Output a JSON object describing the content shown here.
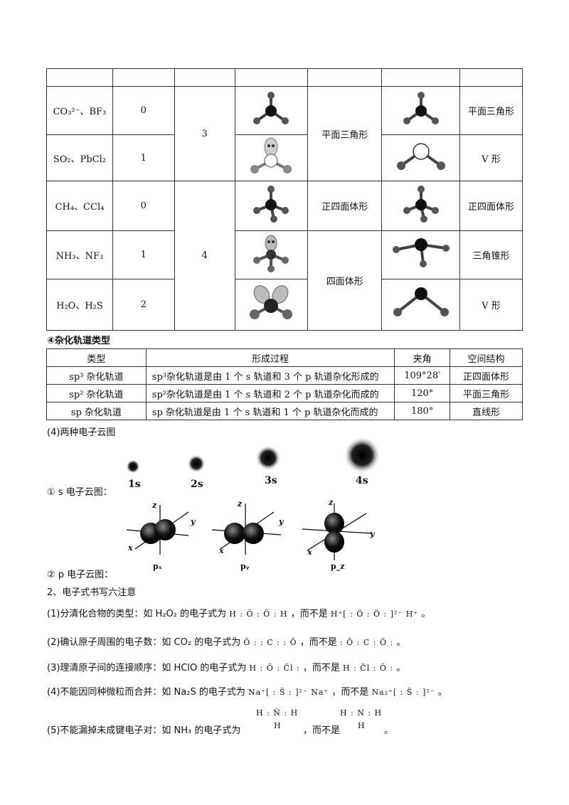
{
  "vsepr_table": {
    "rows": [
      {
        "species": "CO₃²⁻、BF₃",
        "lone_pairs": "0",
        "vsepr_shape": "平面三角形",
        "molecule_shape": "平面三角形"
      },
      {
        "species": "SO₂、PbCl₂",
        "lone_pairs": "1",
        "molecule_shape": "V 形"
      },
      {
        "species": "CH₄、CCl₄",
        "lone_pairs": "0",
        "vsepr_shape": "正四面体形",
        "molecule_shape": "正四面体形"
      },
      {
        "species": "NH₃、NF₃",
        "lone_pairs": "1",
        "vsepr_shape": "四面体形",
        "molecule_shape": "三角锥形"
      },
      {
        "species": "H₂O、H₂S",
        "lone_pairs": "2",
        "molecule_shape": "V 形"
      }
    ],
    "group_counts": [
      "3",
      "4"
    ]
  },
  "section_hybrid": {
    "heading": "④杂化轨道类型",
    "headers": [
      "类型",
      "形成过程",
      "夹角",
      "空间结构"
    ],
    "rows": [
      [
        "sp³ 杂化轨道",
        "sp³杂化轨道是由 1 个 s 轨道和 3 个 p 轨道杂化形成的",
        "109°28′",
        "正四面体形"
      ],
      [
        "sp² 杂化轨道",
        "sp²杂化轨道是由 1 个 s 轨道和 2 个 p 轨道杂化而成的",
        "120°",
        "平面三角形"
      ],
      [
        "sp 杂化轨道",
        "sp 杂化轨道是由 1 个 s 轨道和 1 个 p 轨道杂化而成的",
        "180°",
        "直线形"
      ]
    ]
  },
  "electron_cloud": {
    "heading": "(4)两种电子云图",
    "s_label": "① s 电子云图：",
    "s_names": [
      "1s",
      "2s",
      "3s",
      "4s"
    ],
    "p_label": "② p 电子云图：",
    "p_names": [
      "pₓ",
      "pᵧ",
      "p_z"
    ],
    "axis_names": [
      "z",
      "y",
      "x"
    ]
  },
  "notes": {
    "heading": "2、电子式书写六注意",
    "items": [
      {
        "text": "(1)分清化合物的类型：如 H₂O₂ 的电子式为",
        "right": "H : Ö : Ö : H",
        "mid": "，而不是",
        "wrong": "H⁺[ : Ö : Ö : ]²⁻ H⁺",
        "end": "。"
      },
      {
        "text": "(2)确认原子周围的电子数：如 CO₂ 的电子式为",
        "right": "Ö : : C : : Ö",
        "mid": "，而不是",
        "wrong": ": Ö : C : Ö :",
        "end": "。"
      },
      {
        "text": "(3)理清原子间的连接顺序：如 HClO 的电子式为",
        "right": "H : Ö : C̈l :",
        "mid": "，而不是",
        "wrong": "H : C̈l : Ö :",
        "end": "。"
      },
      {
        "text": "(4)不能因同种微粒而合并：如 Na₂S 的电子式为",
        "right": "Na⁺[ : S̈ : ]²⁻ Na⁺",
        "mid": "，而不是",
        "wrong": "Na₂⁺[ : S̈ : ]²⁻",
        "end": "。"
      },
      {
        "text": "(5)不能漏掉未成键电子对：如 NH₃ 的电子式为",
        "right_top": "H : N̈ : H",
        "right_bottom": "H",
        "mid": "，而不是",
        "wrong_top": "H : N : H",
        "wrong_bottom": "H",
        "end": "。"
      }
    ]
  }
}
